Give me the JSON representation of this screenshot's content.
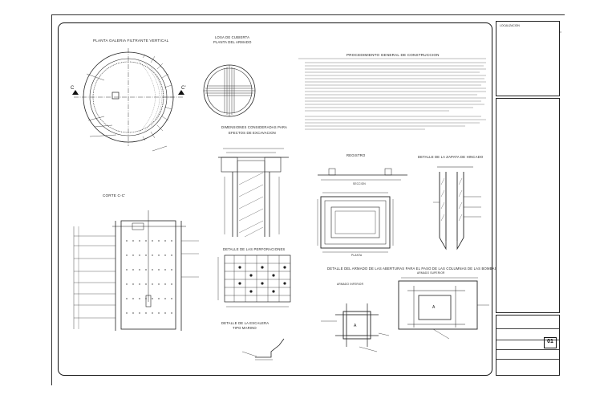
{
  "sheet": {
    "titles": {
      "planta_galeria": "PLANTA GALERIA FILTRANTE VERTICAL",
      "losa_cubierta_1": "LOSA DE CUBIERTA",
      "losa_cubierta_2": "PLANTA DEL ARMADO",
      "procedimiento": "PROCEDIMIENTO GENERAL DE CONSTRUCCION",
      "dimensiones_1": "DIMENSIONES CONSIDERADAS PARA",
      "dimensiones_2": "EFECTOS DE EXCAVACION",
      "registro": "REGISTRO",
      "detalle_zapata": "DETALLE DE LA ZAPATA DE HINCADO",
      "corte": "CORTE C-C'",
      "seccion": "SECCION",
      "planta": "PLANTA",
      "perforaciones": "DETALLE DE LAS PERFORACIONES",
      "aberturas": "DETALLE DEL ARMADO DE LAS ABERTURAS PARA EL PASO DE LAS COLUMNAS DE LAS BOMBAS",
      "armado_inferior": "ARMADO INFERIOR",
      "armado_superior": "ARMADO SUPERIOR",
      "escalera_1": "DETALLE DE LA ESCALERA",
      "escalera_2": "TIPO MARINO",
      "section_c": "C",
      "section_cp": "C'",
      "mark_a": "A"
    },
    "title_block": {
      "location_title": "LOCALIZACION",
      "sheet_number": "01"
    }
  }
}
